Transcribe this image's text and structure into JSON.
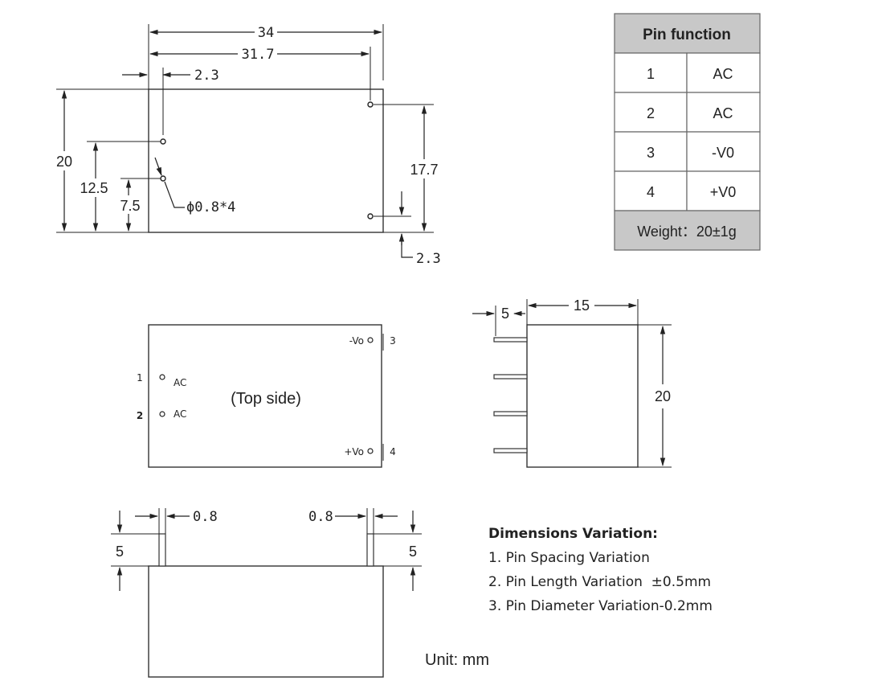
{
  "bottom_view": {
    "dims": {
      "overall_length": "34",
      "pin_span": "31.7",
      "edge_offset_left": "2.3",
      "height": "20",
      "pin1_height": "12.5",
      "pin2_height": "7.5",
      "hole_spec": "ϕ0.8*4",
      "right_pin_span": "17.7",
      "edge_offset_bottom": "2.3"
    }
  },
  "top_view": {
    "caption": "(Top side)",
    "pins": [
      {
        "number": "1",
        "label": "AC"
      },
      {
        "number": "2",
        "label": "AC"
      },
      {
        "number": "3",
        "label": "-Vo"
      },
      {
        "number": "4",
        "label": "+Vo"
      }
    ]
  },
  "side_view": {
    "dims": {
      "pin_length": "5",
      "depth": "15",
      "height": "20"
    }
  },
  "front_view": {
    "dims": {
      "pin_width_left": "0.8",
      "pin_width_right": "0.8",
      "pin_len_left": "5",
      "pin_len_right": "5"
    }
  },
  "pin_table": {
    "header": "Pin function",
    "rows": [
      {
        "pin": "1",
        "function": "AC"
      },
      {
        "pin": "2",
        "function": "AC"
      },
      {
        "pin": "3",
        "function": "-V0"
      },
      {
        "pin": "4",
        "function": "+V0"
      }
    ],
    "footer": "Weight：20±1g",
    "header_bg": "#c8c8c8",
    "footer_bg": "#c8c8c8"
  },
  "notes": {
    "title": "Dimensions Variation:",
    "items": [
      "1. Pin Spacing Variation",
      "2. Pin Length Variation  ±0.5mm",
      "3. Pin Diameter Variation-0.2mm"
    ]
  },
  "unit": "Unit: mm"
}
